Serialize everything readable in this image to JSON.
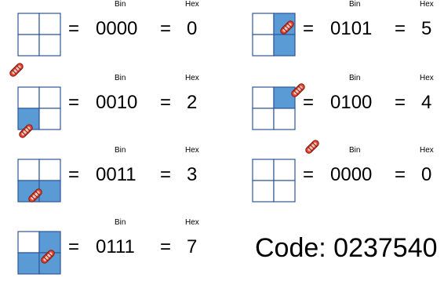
{
  "colors": {
    "filled": "#5b9bd5",
    "empty": "#ffffff",
    "border": "#2e5597",
    "boat_hull": "#e8412c"
  },
  "icons": {
    "boat": "boat-icon"
  },
  "panels": [
    {
      "bin_label": "Bin",
      "hex_label": "Hex",
      "eq": "=",
      "bin": "0000",
      "hex": "0",
      "cells": [
        0,
        0,
        0,
        0
      ],
      "boat": "none"
    },
    {
      "bin_label": "Bin",
      "hex_label": "Hex",
      "eq": "=",
      "bin": "0101",
      "hex": "5",
      "cells": [
        0,
        1,
        0,
        1
      ],
      "boat": "on-right"
    },
    {
      "bin_label": "Bin",
      "hex_label": "Hex",
      "eq": "=",
      "bin": "0010",
      "hex": "2",
      "cells": [
        0,
        0,
        1,
        0
      ],
      "boat": "top-left-and-bottom-left"
    },
    {
      "bin_label": "Bin",
      "hex_label": "Hex",
      "eq": "=",
      "bin": "0100",
      "hex": "4",
      "cells": [
        0,
        1,
        0,
        0
      ],
      "boat": "top-right"
    },
    {
      "bin_label": "Bin",
      "hex_label": "Hex",
      "eq": "=",
      "bin": "0011",
      "hex": "3",
      "cells": [
        0,
        0,
        1,
        1
      ],
      "boat": "bottom"
    },
    {
      "bin_label": "Bin",
      "hex_label": "Hex",
      "eq": "=",
      "bin": "0000",
      "hex": "0",
      "cells": [
        0,
        0,
        0,
        0
      ],
      "boat": "outside-top-right"
    },
    {
      "bin_label": "Bin",
      "hex_label": "Hex",
      "eq": "=",
      "bin": "0111",
      "hex": "7",
      "cells": [
        0,
        1,
        1,
        1
      ],
      "boat": "center-bottom"
    }
  ],
  "code": "Code: 0237540"
}
